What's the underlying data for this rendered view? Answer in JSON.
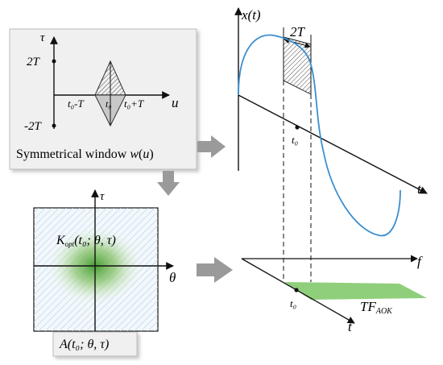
{
  "window_panel": {
    "tau_label": "τ",
    "u_label": "u",
    "tick_2T": "2T",
    "tick_neg_2T": "-2T",
    "t0_minus_T": "t₀-T",
    "t0": "t₀",
    "t0_plus_T": "t₀+T",
    "caption_text": "Symmetrical window ",
    "caption_w": "w",
    "caption_paren_open": "(",
    "caption_u": "u",
    "caption_paren_close": ")"
  },
  "signal_panel": {
    "x_label": "x(t)",
    "window_width_label": "2T",
    "t_axis_label": "t",
    "t0_label": "t₀"
  },
  "ambiguity_panel": {
    "tau_label": "τ",
    "theta_label": "θ",
    "kernel_label": "K_opt(t₀; θ, τ)",
    "kernel_main": "K",
    "kernel_sub": "opt",
    "kernel_args": "(t₀; θ, τ)",
    "caption": "A(t₀; θ, τ)"
  },
  "tf_panel": {
    "f_label": "f",
    "t_label": "t",
    "t0_label": "t₀",
    "tf_main": "TF",
    "tf_sub": "AOK"
  },
  "colors": {
    "panel_fill": "#f0f0f0",
    "panel_stroke": "#bdbdbd",
    "arrow_gray": "#9a9a9a",
    "curve_blue": "#3a8fd0",
    "hatch_blue": "#bcd6ea",
    "kernel_green": "#3f9a2a",
    "tf_green": "#8fcf7b"
  }
}
